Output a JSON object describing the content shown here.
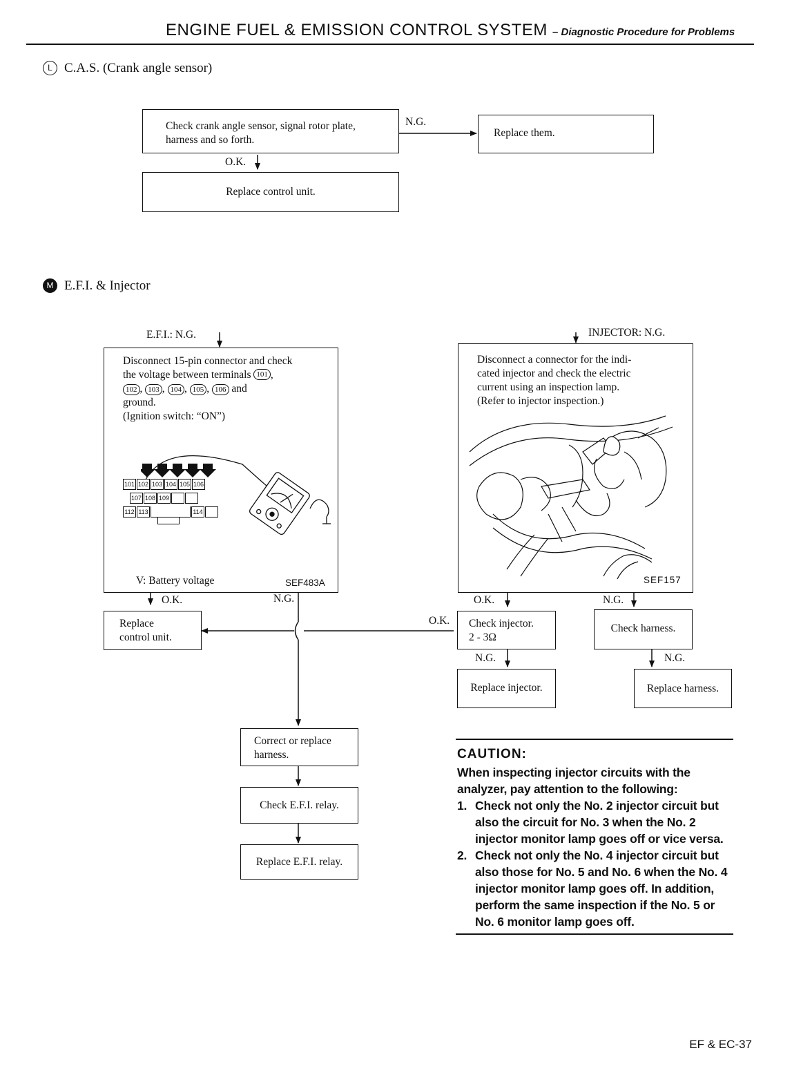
{
  "header": {
    "title": "ENGINE FUEL & EMISSION CONTROL SYSTEM",
    "subtitle": "– Diagnostic Procedure for Problems"
  },
  "cas": {
    "badge": "L",
    "heading": "C.A.S. (Crank angle sensor)",
    "check_box": [
      "Check crank angle sensor, signal rotor plate,",
      "harness and so forth."
    ],
    "ng_label": "N.G.",
    "replace_box": "Replace them.",
    "ok_label": "O.K.",
    "control_box": "Replace control unit."
  },
  "efi": {
    "badge": "M",
    "heading": "E.F.I. & Injector",
    "efi_ng_label": "E.F.I.: N.G.",
    "injector_ng_label": "INJECTOR: N.G.",
    "disconnect_box": {
      "lines": [
        "Disconnect 15-pin connector and check",
        "the voltage between terminals ①⓪①,",
        "①⓪②, ①⓪③, ①⓪④, ①⓪⑤, ①⓪⑥ and",
        "ground.",
        "(Ignition switch: “ON”)"
      ],
      "terminal_line": [
        "the voltage between terminals ",
        "101",
        ","
      ],
      "terminal_row": [
        "102",
        "103",
        "104",
        "105",
        "106"
      ],
      "terminal_row_tail": "and",
      "caption": "V: Battery voltage",
      "code": "SEF483A",
      "connector_pins_row1": [
        "101",
        "102",
        "103",
        "104",
        "105",
        "106"
      ],
      "connector_pins_row2": [
        "107",
        "108",
        "109"
      ],
      "connector_pins_row3": [
        "112",
        "113",
        "114"
      ]
    },
    "injector_box": {
      "lines": [
        "Disconnect a connector for the indi-",
        "cated injector and check the electric",
        "current using an inspection lamp.",
        "(Refer to injector inspection.)"
      ],
      "code": "SEF157"
    },
    "ok_left": "O.K.",
    "ng_mid": "N.G.",
    "replace_control_box": [
      "Replace",
      "control unit."
    ],
    "ok_mid": "O.K.",
    "ok_right": "O.K.",
    "ng_right": "N.G.",
    "check_injector_box": [
      "Check injector.",
      "2 - 3Ω"
    ],
    "check_harness_box": "Check harness.",
    "ng_injector": "N.G.",
    "ng_harness": "N.G.",
    "replace_injector_box": "Replace injector.",
    "replace_harness_box": "Replace harness.",
    "correct_harness_box": [
      "Correct or replace",
      "harness."
    ],
    "check_relay_box": "Check E.F.I. relay.",
    "replace_relay_box": "Replace E.F.I. relay."
  },
  "caution": {
    "title": "CAUTION:",
    "intro": "When inspecting injector circuits with the analyzer, pay attention to the following:",
    "items": [
      "Check not only the No. 2 injector circuit but also the circuit for No. 3 when the No. 2 injector monitor lamp goes off or vice versa.",
      "Check not only the No. 4 injector circuit but also those for No. 5 and No. 6 when the No. 4 injector monitor lamp goes off. In addition, perform the same inspection if the No. 5 or No. 6 monitor lamp goes off."
    ]
  },
  "footer": {
    "page": "EF & EC-37"
  }
}
